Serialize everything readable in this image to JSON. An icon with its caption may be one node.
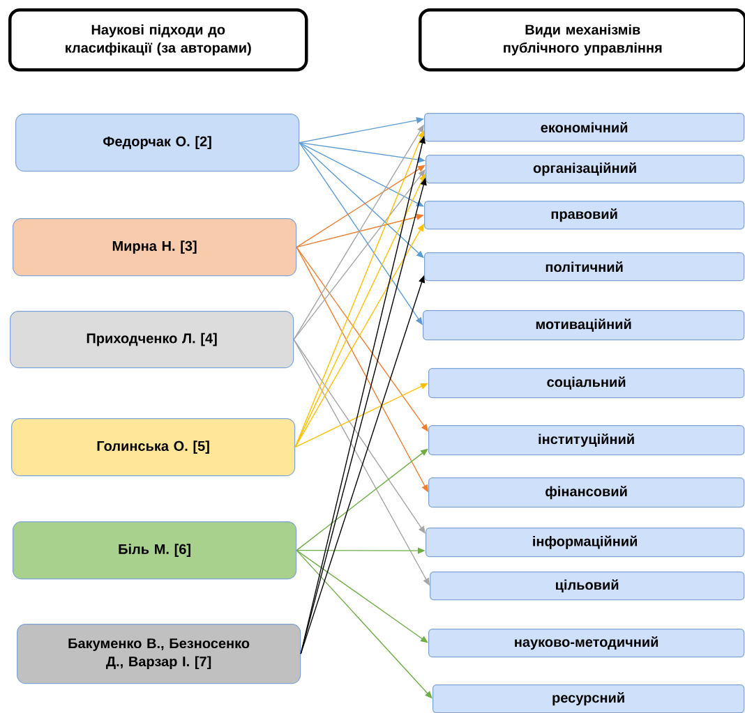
{
  "diagram": {
    "nodes": [
      {
        "text": [
          "Наукові підходи до класифікації (за авторами)"
        ]
      },
      {
        "text": [
          "Види механізмів публічного управління"
        ]
      },
      {
        "text": [
          "Федорчак О. [2]"
        ]
      },
      {
        "text": [
          "Мирна Н. [3]"
        ]
      },
      {
        "text": [
          "Приходченко Л. [4]"
        ]
      },
      {
        "text": [
          "Голинська О. [5]"
        ]
      },
      {
        "text": [
          "Біль М. [6]"
        ]
      },
      {
        "text": [
          "Бакуменко В., Безносенко Д., Варзар І. [7]"
        ]
      },
      {
        "text": [
          "економічний"
        ]
      },
      {
        "text": [
          "організаційний"
        ]
      },
      {
        "text": [
          "правовий"
        ]
      },
      {
        "text": [
          "політичний"
        ]
      },
      {
        "text": [
          "мотиваційний"
        ]
      },
      {
        "text": [
          "соціальний"
        ]
      },
      {
        "text": [
          "інституційний"
        ]
      },
      {
        "text": [
          "фінансовий"
        ]
      },
      {
        "text": [
          "інформаційний"
        ]
      },
      {
        "text": [
          "цільовий"
        ]
      },
      {
        "text": [
          "науково-методичний"
        ]
      },
      {
        "text": [
          "ресурсний"
        ]
      }
    ],
    "edges": [
      {
        "from": 2,
        "to": 8,
        "arrow": "to",
        "color": "#5b9bd5"
      },
      {
        "from": 2,
        "to": 9,
        "arrow": "to",
        "color": "#5b9bd5"
      },
      {
        "from": 2,
        "to": 10,
        "arrow": "to",
        "color": "#5b9bd5"
      },
      {
        "from": 2,
        "to": 11,
        "arrow": "to",
        "color": "#5b9bd5"
      },
      {
        "from": 2,
        "to": 12,
        "arrow": "to",
        "color": "#5b9bd5"
      },
      {
        "from": 3,
        "to": 9,
        "arrow": "to",
        "color": "#ed7d31"
      },
      {
        "from": 3,
        "to": 10,
        "arrow": "to",
        "color": "#ed7d31"
      },
      {
        "from": 3,
        "to": 14,
        "arrow": "to",
        "color": "#ed7d31"
      },
      {
        "from": 3,
        "to": 15,
        "arrow": "to",
        "color": "#ed7d31"
      },
      {
        "from": 4,
        "to": 8,
        "arrow": "to",
        "color": "#a5a5a5"
      },
      {
        "from": 4,
        "to": 9,
        "arrow": "to",
        "color": "#a5a5a5"
      },
      {
        "from": 4,
        "to": 16,
        "arrow": "to",
        "color": "#a5a5a5"
      },
      {
        "from": 4,
        "to": 17,
        "arrow": "to",
        "color": "#a5a5a5"
      },
      {
        "from": 5,
        "to": 8,
        "arrow": "to",
        "color": "#ffc000"
      },
      {
        "from": 5,
        "to": 9,
        "arrow": "to",
        "color": "#ffc000"
      },
      {
        "from": 5,
        "to": 10,
        "arrow": "to",
        "color": "#ffc000"
      },
      {
        "from": 5,
        "to": 13,
        "arrow": "to",
        "color": "#ffc000"
      },
      {
        "from": 6,
        "to": 14,
        "arrow": "to",
        "color": "#70ad47"
      },
      {
        "from": 6,
        "to": 16,
        "arrow": "to",
        "color": "#70ad47"
      },
      {
        "from": 6,
        "to": 18,
        "arrow": "to",
        "color": "#70ad47"
      },
      {
        "from": 6,
        "to": 19,
        "arrow": "to",
        "color": "#70ad47"
      },
      {
        "from": 7,
        "to": 8,
        "arrow": "to",
        "color": "#000000"
      },
      {
        "from": 7,
        "to": 9,
        "arrow": "to",
        "color": "#000000"
      },
      {
        "from": 7,
        "to": 11,
        "arrow": "to",
        "color": "#000000"
      }
    ]
  }
}
